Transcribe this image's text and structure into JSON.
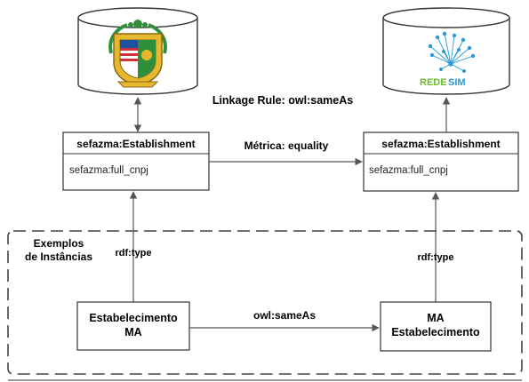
{
  "linkage_rule": "Linkage Rule: owl:sameAs",
  "metric_label": "Métrica: equality",
  "left_class": {
    "title": "sefazma:Establishment",
    "attribute": "sefazma:full_cnpj"
  },
  "right_class": {
    "title": "sefazma:Establishment",
    "attribute": "sefazma:full_cnpj"
  },
  "instances_group": {
    "title_line1": "Exemplos",
    "title_line2": "de Instâncias"
  },
  "left_type_label": "rdf:type",
  "right_type_label": "rdf:type",
  "left_instance": {
    "line1": "Estabelecimento",
    "line2": "MA"
  },
  "right_instance": {
    "line1": "MA",
    "line2": "Estabelecimento"
  },
  "instance_link_label": "owl:sameAs",
  "left_database": {
    "logo": "maranhao-coat-of-arms-icon"
  },
  "right_database": {
    "logo": "redesim-logo-icon",
    "brand_text_a": "REDE",
    "brand_text_b": "SIM"
  },
  "colors": {
    "line": "#555555",
    "box_border": "#333333",
    "dashed_border": "#444444",
    "redesim_green": "#6dbb2a",
    "redesim_blue": "#2a9ad6",
    "crest_gold": "#e8b730",
    "crest_green": "#2f8f3a",
    "crest_red": "#d0303a",
    "crest_blue": "#1f4fa0"
  }
}
